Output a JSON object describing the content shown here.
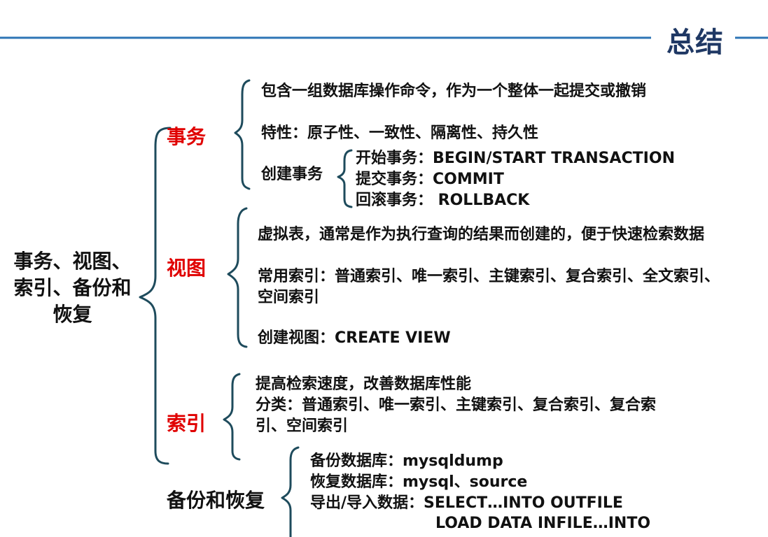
{
  "title": "总结",
  "root": {
    "line1": "事务、视图、",
    "line2": "索引、备份和",
    "line3": "恢复"
  },
  "transaction": {
    "label": "事务",
    "items": [
      "包含一组数据库操作命令，作为一个整体一起提交或撤销",
      "特性：原子性、一致性、隔离性、持久性"
    ],
    "create_label": "创建事务",
    "create_items": [
      "开始事务：BEGIN/START TRANSACTION",
      "提交事务：COMMIT",
      "回滚事务： ROLLBACK"
    ]
  },
  "view": {
    "label": "视图",
    "items": [
      "虚拟表，通常是作为执行查询的结果而创建的，便于快速检索数据",
      "常用索引：普通索引、唯一索引、主键索引、复合索引、全文索引、",
      "空间索引",
      "创建视图：CREATE VIEW"
    ]
  },
  "index": {
    "label": "索引",
    "items": [
      "提高检索速度，改善数据库性能",
      "分类：普通索引、唯一索引、主键索引、复合索引、复合索",
      "引、空间索引"
    ]
  },
  "backup": {
    "label": "备份和恢复",
    "items": [
      "备份数据库：mysqldump",
      "恢复数据库：mysql、source",
      "导出/导入数据：SELECT…INTO OUTFILE",
      "LOAD DATA INFILE…INTO"
    ]
  }
}
